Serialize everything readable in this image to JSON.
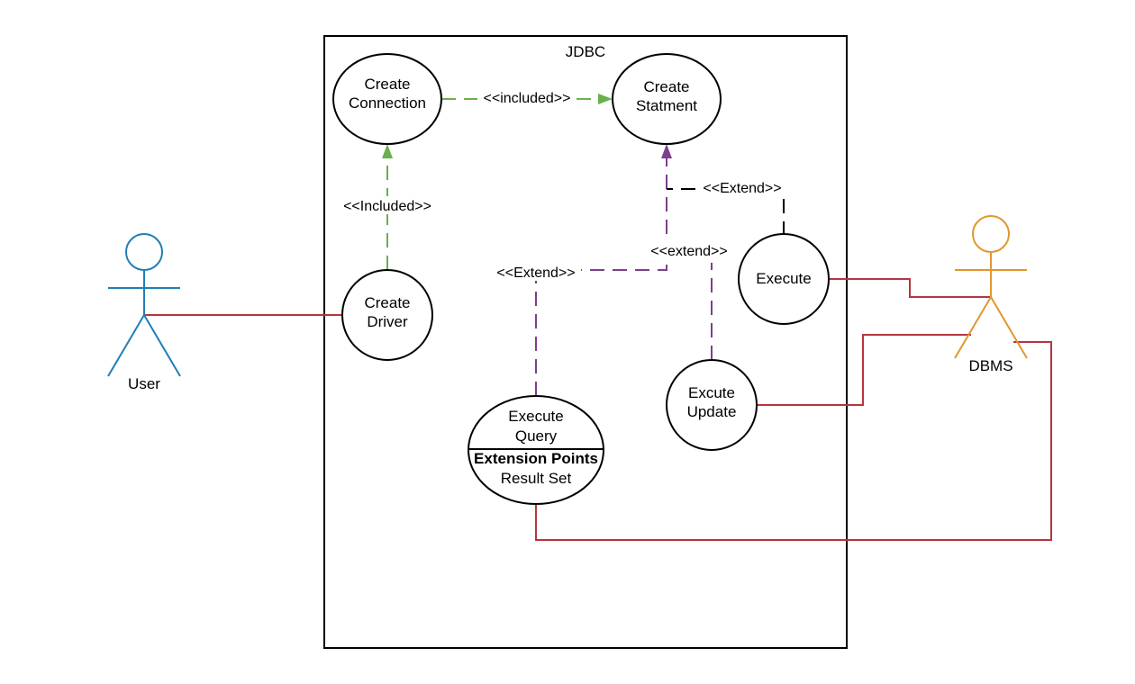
{
  "system": {
    "title": "JDBC"
  },
  "actors": {
    "user": {
      "label": "User",
      "color": "#1f7fb5"
    },
    "dbms": {
      "label": "DBMS",
      "color": "#e2962f"
    }
  },
  "use_cases": {
    "create_connection": {
      "line1": "Create",
      "line2": "Connection"
    },
    "create_statement": {
      "line1": "Create",
      "line2": "Statment"
    },
    "create_driver": {
      "line1": "Create",
      "line2": "Driver"
    },
    "execute": {
      "line1": "Execute"
    },
    "execute_query": {
      "line1": "Execute",
      "line2": "Query",
      "ext_header": "Extension Points",
      "ext_item": "Result Set"
    },
    "execute_update": {
      "line1": "Excute",
      "line2": "Update"
    }
  },
  "relations": {
    "included_top": "<<included>>",
    "included_left": "<<Included>>",
    "extend_query": "<<Extend>>",
    "extend_update": "<<extend>>",
    "extend_execute": "<<Extend>>"
  },
  "colors": {
    "include_arrow": "#6ab04c",
    "extend_arrow": "#7d3f8e",
    "association": "#b5363f",
    "black_dash": "#000000"
  }
}
